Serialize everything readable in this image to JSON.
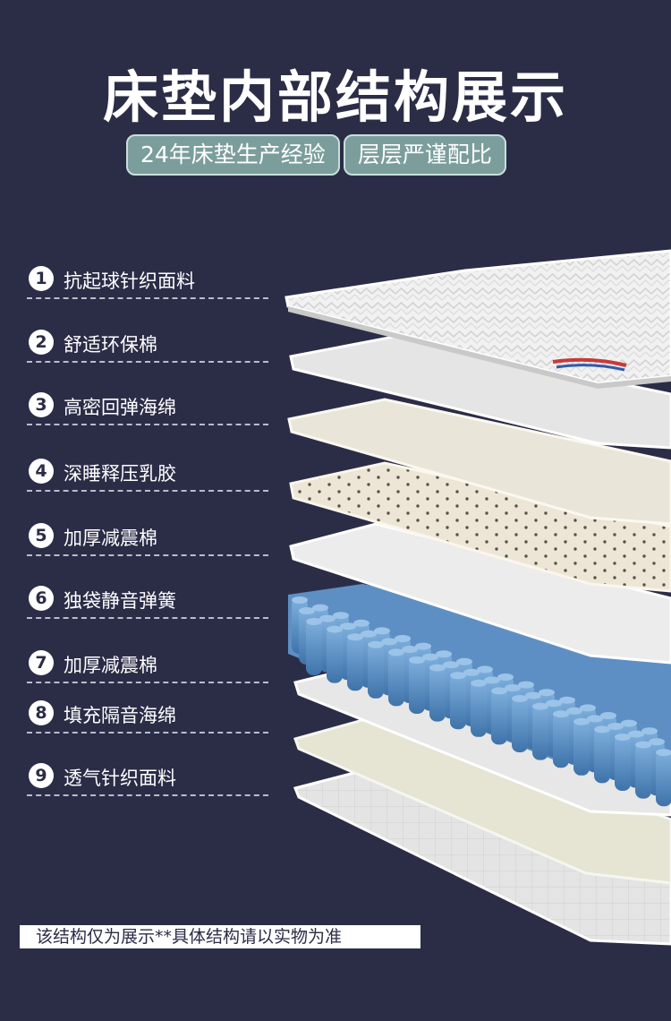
{
  "title": "床垫内部结构展示",
  "tags": [
    "24年床垫生产经验",
    "层层严谨配比"
  ],
  "layers": [
    {
      "num": "1",
      "label": "抗起球针织面料"
    },
    {
      "num": "2",
      "label": "舒适环保棉"
    },
    {
      "num": "3",
      "label": "高密回弹海绵"
    },
    {
      "num": "4",
      "label": "深睡释压乳胶"
    },
    {
      "num": "5",
      "label": "加厚减震棉"
    },
    {
      "num": "6",
      "label": "独袋静音弹簧"
    },
    {
      "num": "7",
      "label": "加厚减震棉"
    },
    {
      "num": "8",
      "label": "填充隔音海绵"
    },
    {
      "num": "9",
      "label": "透气针织面料"
    }
  ],
  "disclaimer": "该结构仅为展示**具体结构请以实物为准",
  "colors": {
    "background": "#2b2d47",
    "tag": "#7b9e9c",
    "spring": "#4f86bf"
  }
}
